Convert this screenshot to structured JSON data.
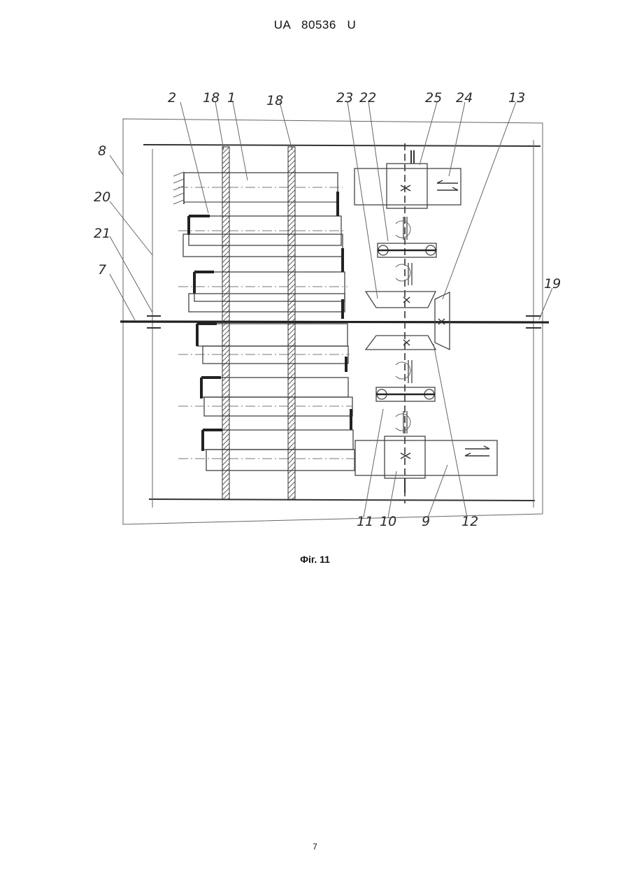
{
  "header": {
    "text": "UA   80536   U"
  },
  "figure": {
    "caption": "Фіг. 11",
    "labels": {
      "l2": "2",
      "l18a": "18",
      "l1": "1",
      "l18b": "18",
      "l23": "23",
      "l22": "22",
      "l25": "25",
      "l24": "24",
      "l13": "13",
      "l8": "8",
      "l20": "20",
      "l21": "21",
      "l7": "7",
      "l19": "19",
      "l11": "11",
      "l10": "10",
      "l9": "9",
      "l12": "12"
    }
  },
  "footer": {
    "page_number": "7"
  }
}
